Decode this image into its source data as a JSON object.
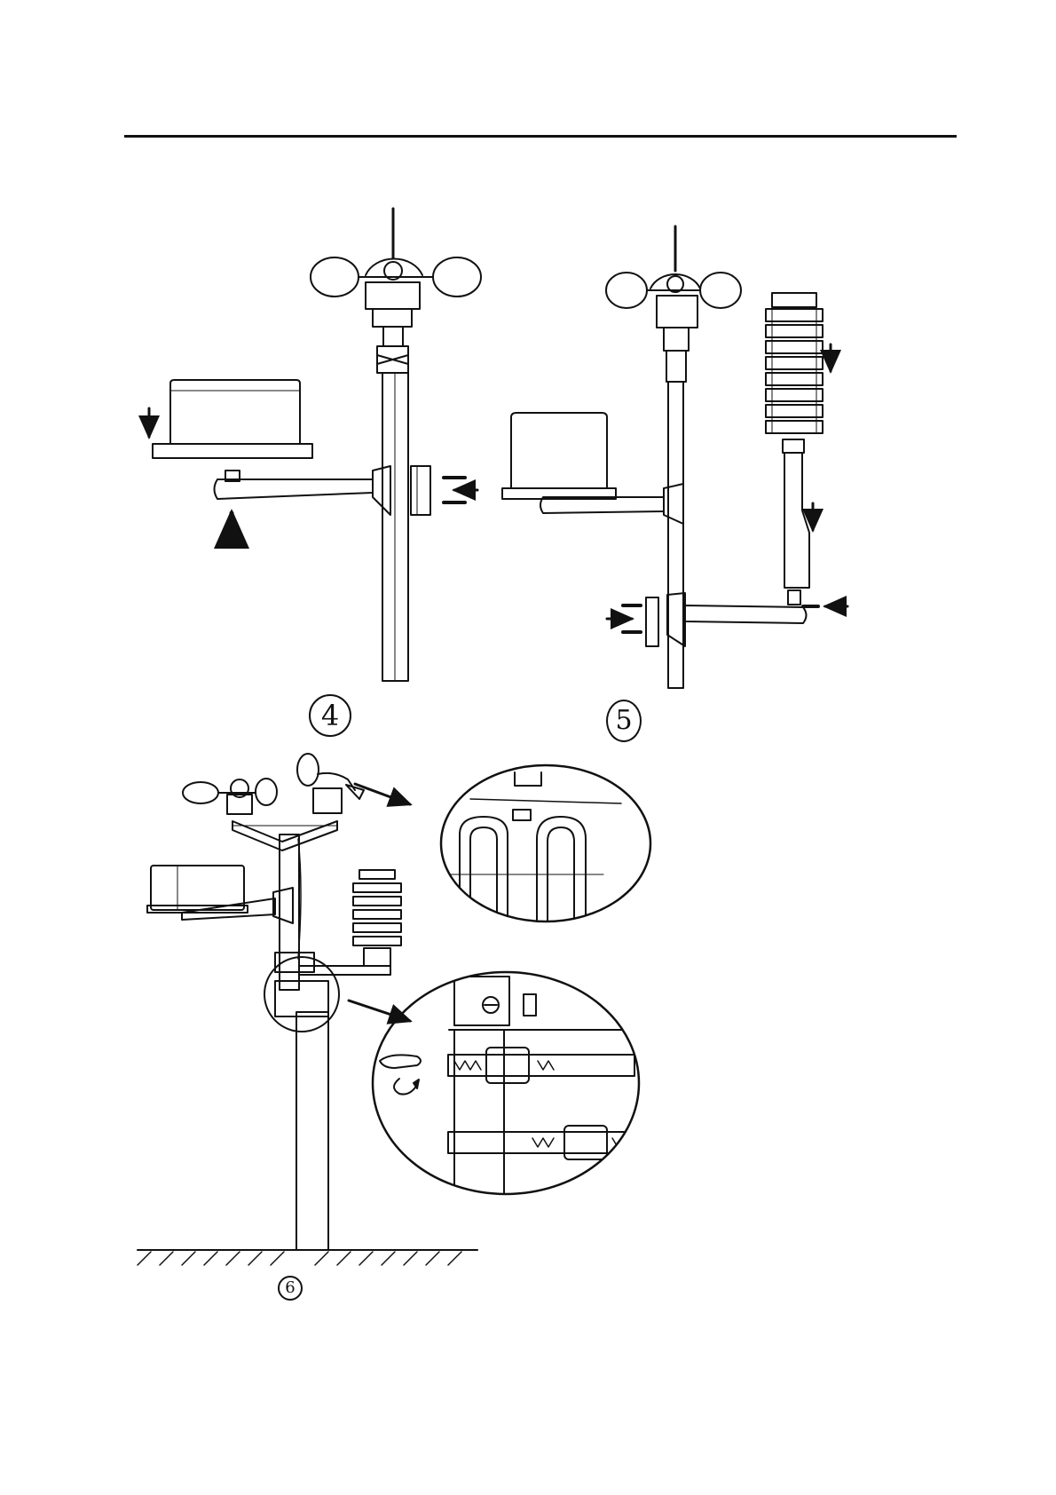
{
  "steps": [
    {
      "number": "4"
    },
    {
      "number": "5"
    },
    {
      "number": "6"
    }
  ],
  "colors": {
    "line": "#111111",
    "background": "#ffffff"
  },
  "icons": [
    "anemometer-icon",
    "wind-vane-icon",
    "rain-gauge-icon",
    "radiation-shield-icon",
    "hose-clamp-icon",
    "screw-icon",
    "arrow-icon",
    "hand-icon"
  ]
}
